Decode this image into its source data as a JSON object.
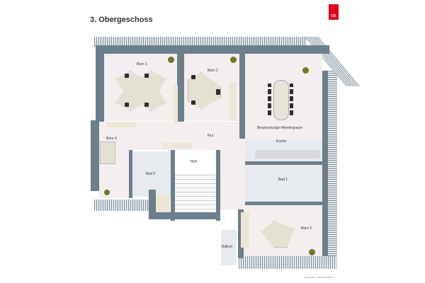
{
  "header": {
    "title": "3. Obergeschoss",
    "logo_text": "CK"
  },
  "rooms": {
    "buero1": "Büro 1",
    "buero2": "Büro 2",
    "meeting": "Besprechungs-/Meetingraum",
    "flur": "Flur",
    "kueche": "Küche",
    "buero4": "Büro 4",
    "bad2": "Bad 2",
    "trh": "TRH",
    "bad1": "Bad 1",
    "buero3": "Büro 3",
    "balkon": "Balkon"
  },
  "footnote": "Exposéplan, nicht maßstäblich",
  "colors": {
    "wall": "#6b7f8c",
    "floor": "#f5eeee",
    "logo": "#e2001a"
  }
}
